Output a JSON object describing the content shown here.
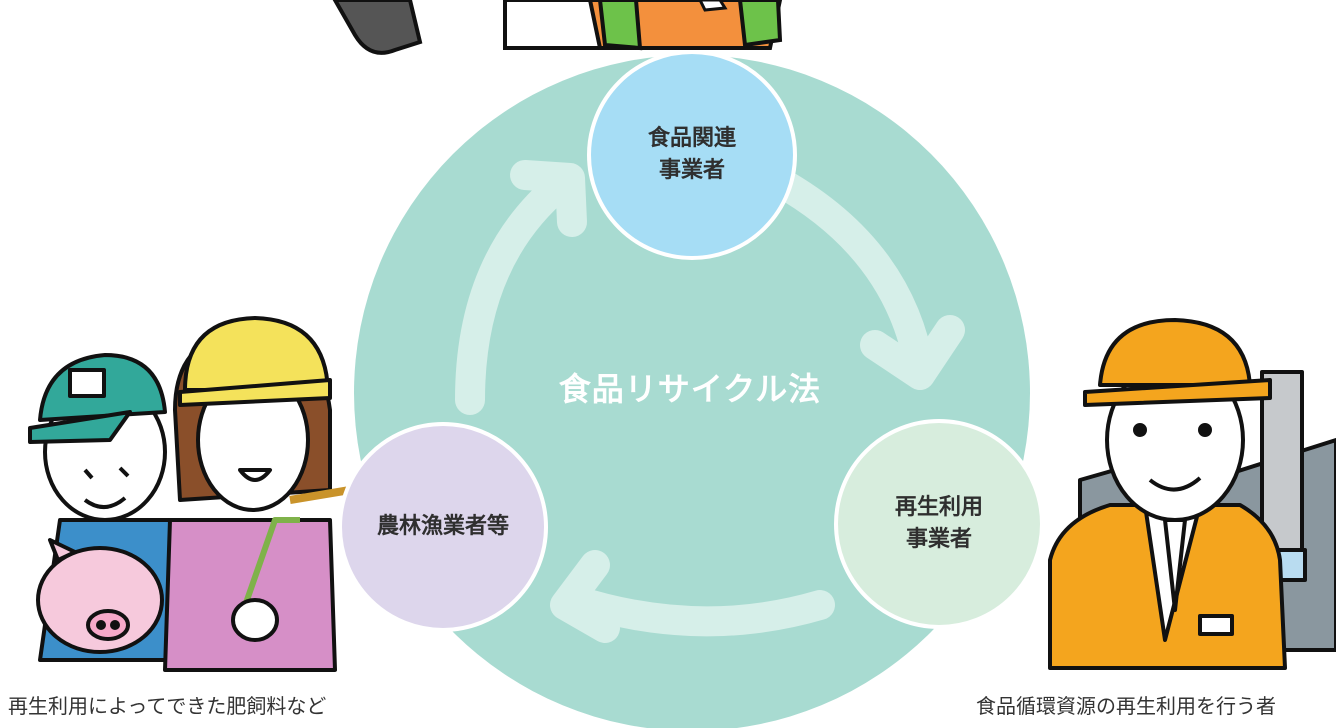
{
  "diagram": {
    "center_label": "食品リサイクル法",
    "nodes": {
      "food_business": "食品関連\n事業者",
      "recycler": "再生利用\n事業者",
      "farmers": "農林漁業者等"
    },
    "captions": {
      "left": "再生利用によってできた肥飼料など",
      "right": "食品循環資源の再生利用を行う者"
    }
  },
  "colors": {
    "cycle_circle": "#a8dbd1",
    "arrow": "#d6efe9",
    "food_business": "#a6ddf5",
    "recycler": "#d7eddd",
    "farmers": "#ddd6ec"
  }
}
